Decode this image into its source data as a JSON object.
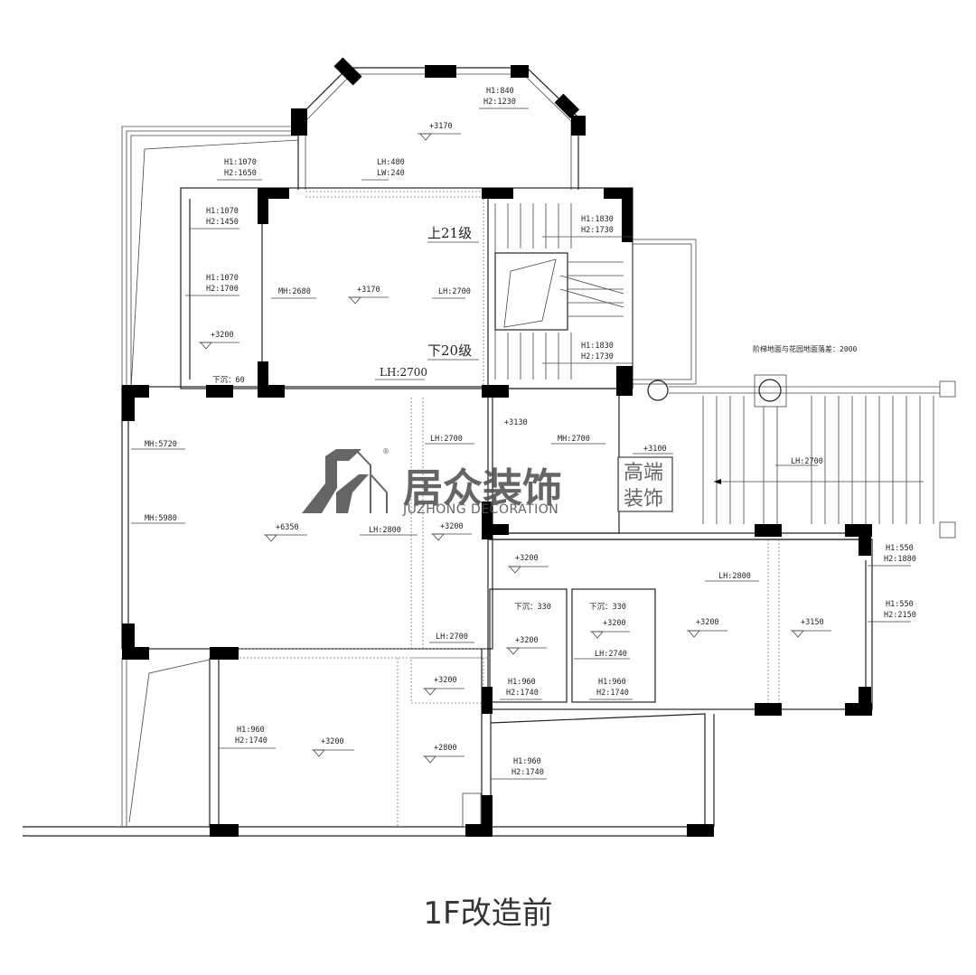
{
  "caption": "1F改造前",
  "watermark": {
    "brand_cn": "居众装饰",
    "brand_en": "JUZHONG DECORATION",
    "tag_line1": "高端",
    "tag_line2": "装饰",
    "registered": "®"
  },
  "elevations": [
    "+3170",
    "+3170",
    "+3200",
    "+6350",
    "+3200",
    "+3130",
    "+3100",
    "+3200",
    "+3200",
    "+3200",
    "+3200",
    "+3150",
    "+3200",
    "+3200",
    "+2800"
  ],
  "windows": [
    {
      "h1": "H1:840",
      "h2": "H2:1230"
    },
    {
      "h1": "H1:1070",
      "h2": "H2:1650"
    },
    {
      "h1": "H1:1070",
      "h2": "H2:1450"
    },
    {
      "h1": "H1:1070",
      "h2": "H2:1700"
    },
    {
      "h1": "H1:1830",
      "h2": "H2:1730"
    },
    {
      "h1": "H1:1830",
      "h2": "H2:1730"
    },
    {
      "h1": "H1:550",
      "h2": "H2:1880"
    },
    {
      "h1": "H1:550",
      "h2": "H2:2150"
    },
    {
      "h1": "H1:960",
      "h2": "H2:1740"
    },
    {
      "h1": "H1:960",
      "h2": "H2:1740"
    },
    {
      "h1": "H1:960",
      "h2": "H2:1740"
    },
    {
      "h1": "H1:960",
      "h2": "H2:1740"
    }
  ],
  "heights": [
    "LH:480",
    "LW:240",
    "MH:2680",
    "LH:2700",
    "LH:2700",
    "MH:5720",
    "MH:5980",
    "LH:2700",
    "LH:2800",
    "MH:2700",
    "LH:2700",
    "LH:2800",
    "LH:2740",
    "LH:2700"
  ],
  "sunken": [
    "下沉：60",
    "下沉：330",
    "下沉：330"
  ],
  "stairs": {
    "up": "上21级",
    "down": "下20级"
  },
  "note": "阶梯地面与花园地面落差：2000",
  "colors": {
    "wall": "#000000",
    "line": "#222222",
    "watermark": "#555555"
  }
}
